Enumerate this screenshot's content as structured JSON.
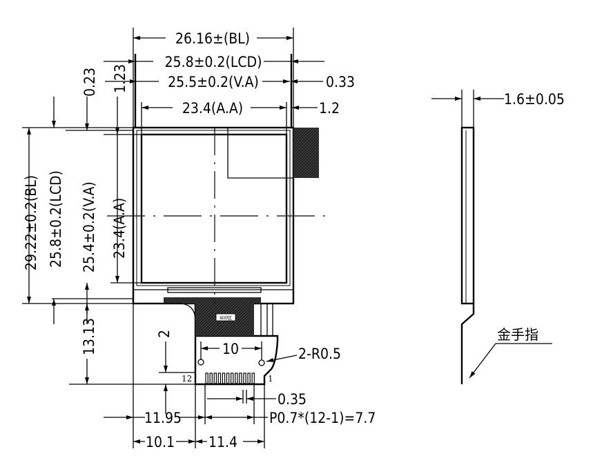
{
  "drawing": {
    "dimensions_top": {
      "bl_width": "26.16±(BL)",
      "lcd_width": "25.8±0.2(LCD)",
      "va_width": "25.5±0.2(V.A)",
      "aa_width": "23.4(A.A)",
      "offset_033": "0.33",
      "offset_12": "1.2",
      "offset_023": "0.23",
      "offset_123": "1.23"
    },
    "dimensions_left": {
      "bl_height": "29.22±0.2(BL)",
      "lcd_height": "25.8±0.2(LCD)",
      "va_height": "25.4±0.2(V.A)",
      "aa_height": "23.4(A.A)",
      "fpc_length": "13.13"
    },
    "fpc": {
      "label": "丝印区",
      "pin_span": "10",
      "corner_radius": "2-R0.5",
      "height_2": "2",
      "pin_12": "12",
      "pin_1": "1",
      "pin_width": "0.35",
      "offset_1195": "11.95",
      "pitch": "P0.7*(12-1)=7.7",
      "offset_101": "10.1",
      "offset_114": "11.4"
    },
    "side_view": {
      "thickness": "1.6±0.05",
      "gold_finger": "金手指"
    }
  }
}
